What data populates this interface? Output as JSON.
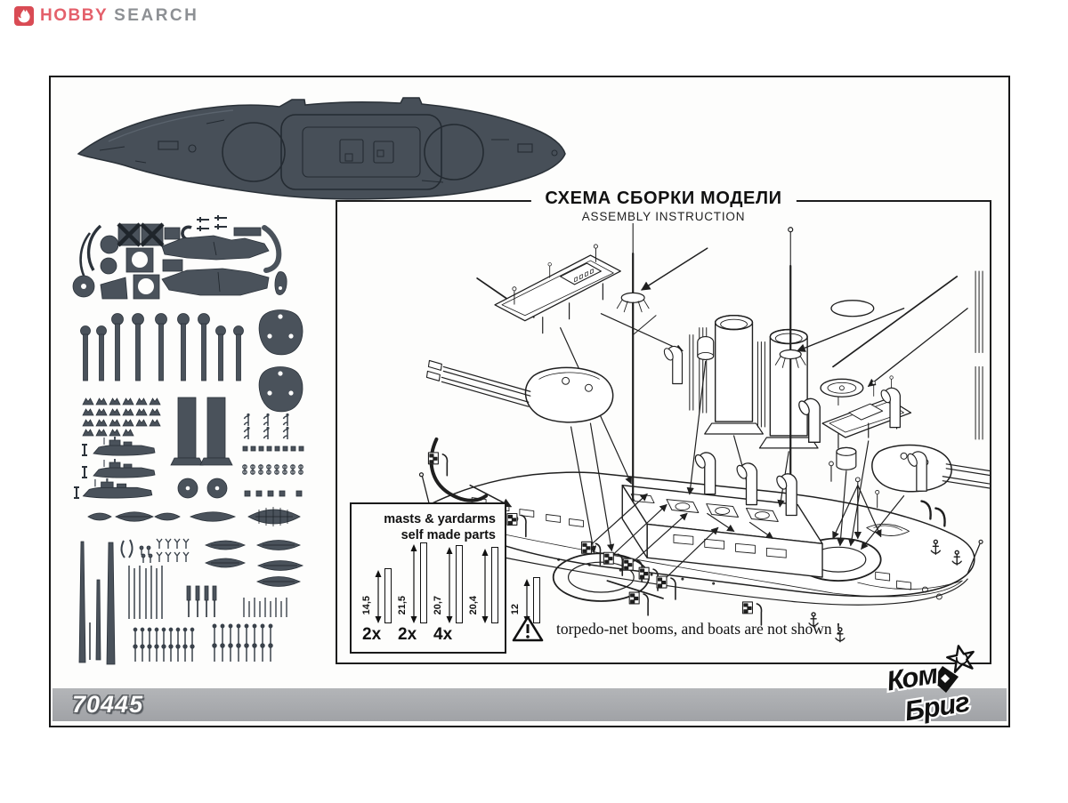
{
  "colors": {
    "brand_red": "#e4606b",
    "brand_gray": "#8d9094",
    "resin_part": "#4a525b",
    "bar_gray": "#a9abae",
    "line_ink": "#1f1f1f"
  },
  "header": {
    "logo_icon": "flame-badge-icon",
    "brand_primary": "HOBBY",
    "brand_secondary": "SEARCH"
  },
  "assembly": {
    "title_ru": "СХЕМА СБОРКИ МОДЕЛИ",
    "title_en": "ASSEMBLY INSTRUCTION",
    "warning_icon": "warning-triangle-icon",
    "warning_text": "torpedo-net booms, and boats are not shown !",
    "masts_box": {
      "title_line1": "masts & yardarms",
      "title_line2": "self made parts",
      "rods": [
        {
          "label": "14,5"
        },
        {
          "label": "21,5"
        },
        {
          "label": "20,7"
        },
        {
          "label": "20,4"
        },
        {
          "label": "12"
        }
      ],
      "qty_labels": [
        "2x",
        "2x",
        "4x"
      ]
    }
  },
  "footer": {
    "product_code": "70445",
    "brand_line1": "Ком",
    "brand_line2": "Бриг",
    "brand_star_icon": "soviet-star-icon"
  }
}
